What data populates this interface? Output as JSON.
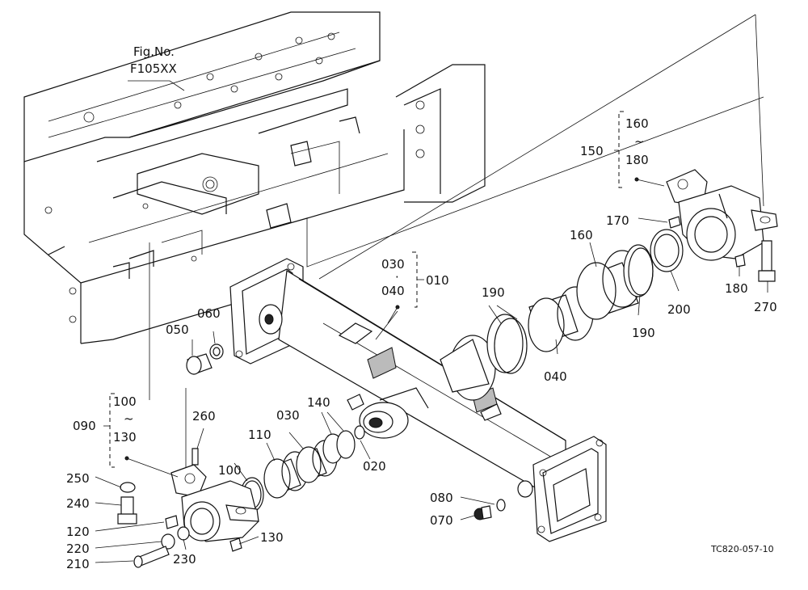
{
  "figure_ref": {
    "line1": "Fig.No.",
    "line2": "F105XX"
  },
  "drawing_code": "TC820-057-10",
  "parts": {
    "p010": "010",
    "p020": "020",
    "p030a": "030",
    "p030b": "030",
    "dot_sep": "·",
    "p040a": "040",
    "p040b": "040",
    "p050": "050",
    "p060": "060",
    "p070": "070",
    "p080": "080",
    "p090": "090",
    "p100a": "100",
    "p100b": "100",
    "p110": "110",
    "p120": "120",
    "p130a": "130",
    "p130b": "130",
    "p140": "140",
    "p150": "150",
    "p160a": "160",
    "p160b": "160",
    "tilde": "~",
    "p170": "170",
    "p180a": "180",
    "p180b": "180",
    "p190a": "190",
    "p190b": "190",
    "p200": "200",
    "p210": "210",
    "p220": "220",
    "p230": "230",
    "p240": "240",
    "p250": "250",
    "p260": "260",
    "p270": "270"
  }
}
